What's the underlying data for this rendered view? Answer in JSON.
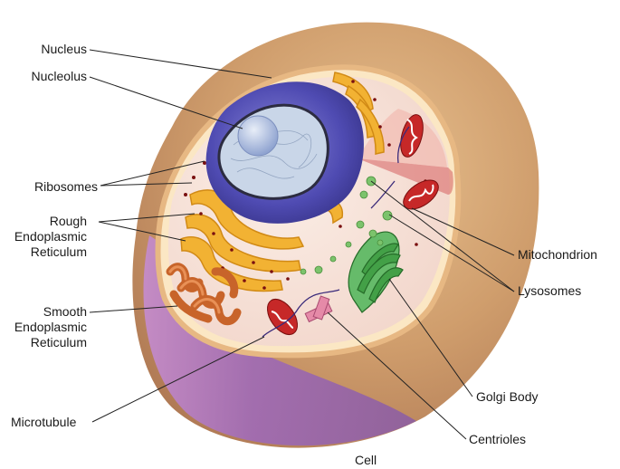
{
  "labels": {
    "nucleus": "Nucleus",
    "nucleolus": "Nucleolus",
    "ribosomes": "Ribosomes",
    "rough_er": [
      "Rough",
      "Endoplasmic",
      "Reticulum"
    ],
    "smooth_er": [
      "Smooth",
      "Endoplasmic",
      "Reticulum"
    ],
    "microtubule": "Microtubule",
    "mitochondrion": "Mitochondrion",
    "lysosomes": "Lysosomes",
    "golgi_body": "Golgi Body",
    "centrioles": "Centrioles",
    "cell": "Cell"
  },
  "colors": {
    "outer_membrane": "#d9a46a",
    "outer_membrane_shadow": "#a87fbf",
    "cytoplasm": "#f7e6dc",
    "nucleus_envelope": "#5b55b8",
    "nucleolus": "#a9b8dc",
    "rough_er": "#f2b233",
    "smooth_er": "#c8642a",
    "golgi": "#43a047",
    "mitochondrion": "#c62828",
    "lysosome": "#7cc36c",
    "centriole": "#e58aa8",
    "ribosome": "#7a1010",
    "leader_line": "#222222"
  }
}
